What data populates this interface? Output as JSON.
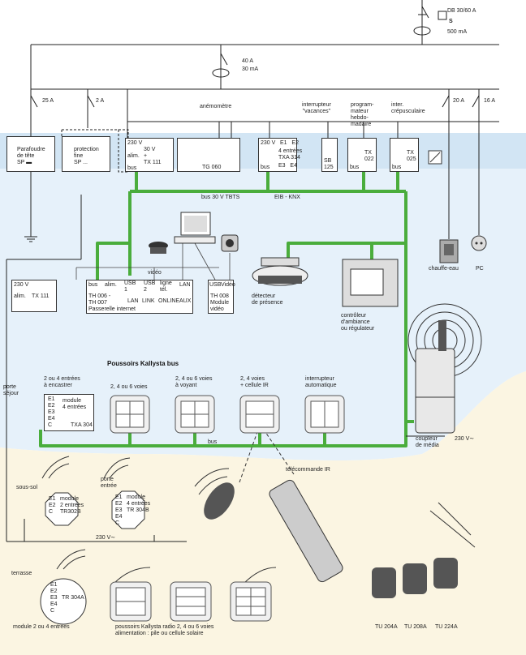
{
  "supply": {
    "breaker_main": "DB 30/60 A",
    "breaker_main_s": "S",
    "breaker_main_ma": "500 mA",
    "diff_a": "40 A",
    "diff_ma": "30 mA",
    "b25": "25 A",
    "b2": "2 A",
    "b20": "20 A",
    "b16": "16 A"
  },
  "top": {
    "parafoudre": "Parafoudre\nde tête\nSP ▬",
    "protection": "protection\nfine\nSP ...",
    "alim_v1": "230 V",
    "alim_v2": "30 V",
    "alim_lbl": "alim.",
    "alim_model": "+\nTX 111",
    "alim_bus": "bus",
    "anemometre": "anémomètre",
    "tg": "TG 060",
    "txa_v": "230 V",
    "txa_e": "E1   E2",
    "txa_model": "4 entrées\nTXA 314",
    "txa_e34": "E3   E4",
    "txa_bus": "bus",
    "interrupteur_vac": "interrupteur\n\"vacances\"",
    "sb": "SB\n125",
    "programmateur": "program-\nmateur\nhebdo-\nmadaire",
    "tx022": "TX\n022",
    "tx022_bus": "bus",
    "crepusculaire": "inter.\ncrépusculaire",
    "tx025": "TX\n025",
    "tx025_bus": "bus",
    "bus_tbts": "bus 30 V TBTS",
    "eib": "EIB - KNX",
    "chauffe": "chauffe-eau",
    "pc": "PC"
  },
  "mid": {
    "alim2_v": "230 V",
    "alim2_lbl": "alim.",
    "alim2_model": "TX 111",
    "gw_bus": "bus",
    "gw_alim": "alim.",
    "gw_usb1": "USB\n1",
    "gw_usb2": "USB\n2",
    "gw_ligne": "ligne\ntél.",
    "gw_lan": "LAN",
    "gw_video": "vidéo",
    "gw_model": "TH 006 -\nTH 007",
    "gw_name": "Passerelle internet",
    "gw_led_lan": "LAN",
    "gw_led_link": "LINK",
    "gw_led_online": "ONLINE",
    "gw_led_aux": "AUX",
    "vm_usb": "USB",
    "vm_video": "Vidéo",
    "vm_model": "TH 008\nModule\nvidéo",
    "detecteur": "détecteur\nde présence",
    "controleur": "contrôleur\nd'ambiance\nou régulateur",
    "coupleur": "coupleur\nde média",
    "coupleur_v": "230 V∼"
  },
  "kallysta": {
    "title": "Poussoirs Kallysta bus",
    "porte_sejour": "porte\nséjour",
    "col1": "2 ou 4 entrées\nà encastrer",
    "module_e": "E1\nE2\nE3\nE4\nC",
    "module_lbl": "module\n4 entrées",
    "module_model": "TXA 304",
    "col2": "2, 4 ou 6 voies",
    "col3": "2, 4 ou 6 voies\nà voyant",
    "col4": "2, 4 voies\n+ cellule IR",
    "col5": "interrupteur\nautomatique",
    "bus": "bus"
  },
  "radio": {
    "telecommande": "télécommande IR",
    "sous_sol": "sous-sol",
    "tr302_e": "E1\nE2\nC",
    "tr302_lbl": "module\n2 entrées\nTR302B",
    "porte_entree": "porte\nentrée",
    "tr304_e": "E1\nE2\nE3\nE4\nC",
    "tr304_lbl": "module\n4 entrées\nTR 304B",
    "v230": "230 V∼",
    "terrasse": "terrasse",
    "terr_e": "E1\nE2\nE3\nE4\nC",
    "terr_model": "TR 304A",
    "module_24": "module 2 ou 4 entrées",
    "poussoirs_radio": "poussoirs Kallysta radio 2, 4 ou 6 voies\nalimentation : pile ou cellule solaire",
    "tu204": "TU 204A",
    "tu208": "TU 208A",
    "tu224": "TU 224A"
  },
  "colors": {
    "bus": "#4aad3c",
    "zone_blue": "#e6f1fa",
    "zone_yellow": "#fbf5e2"
  }
}
